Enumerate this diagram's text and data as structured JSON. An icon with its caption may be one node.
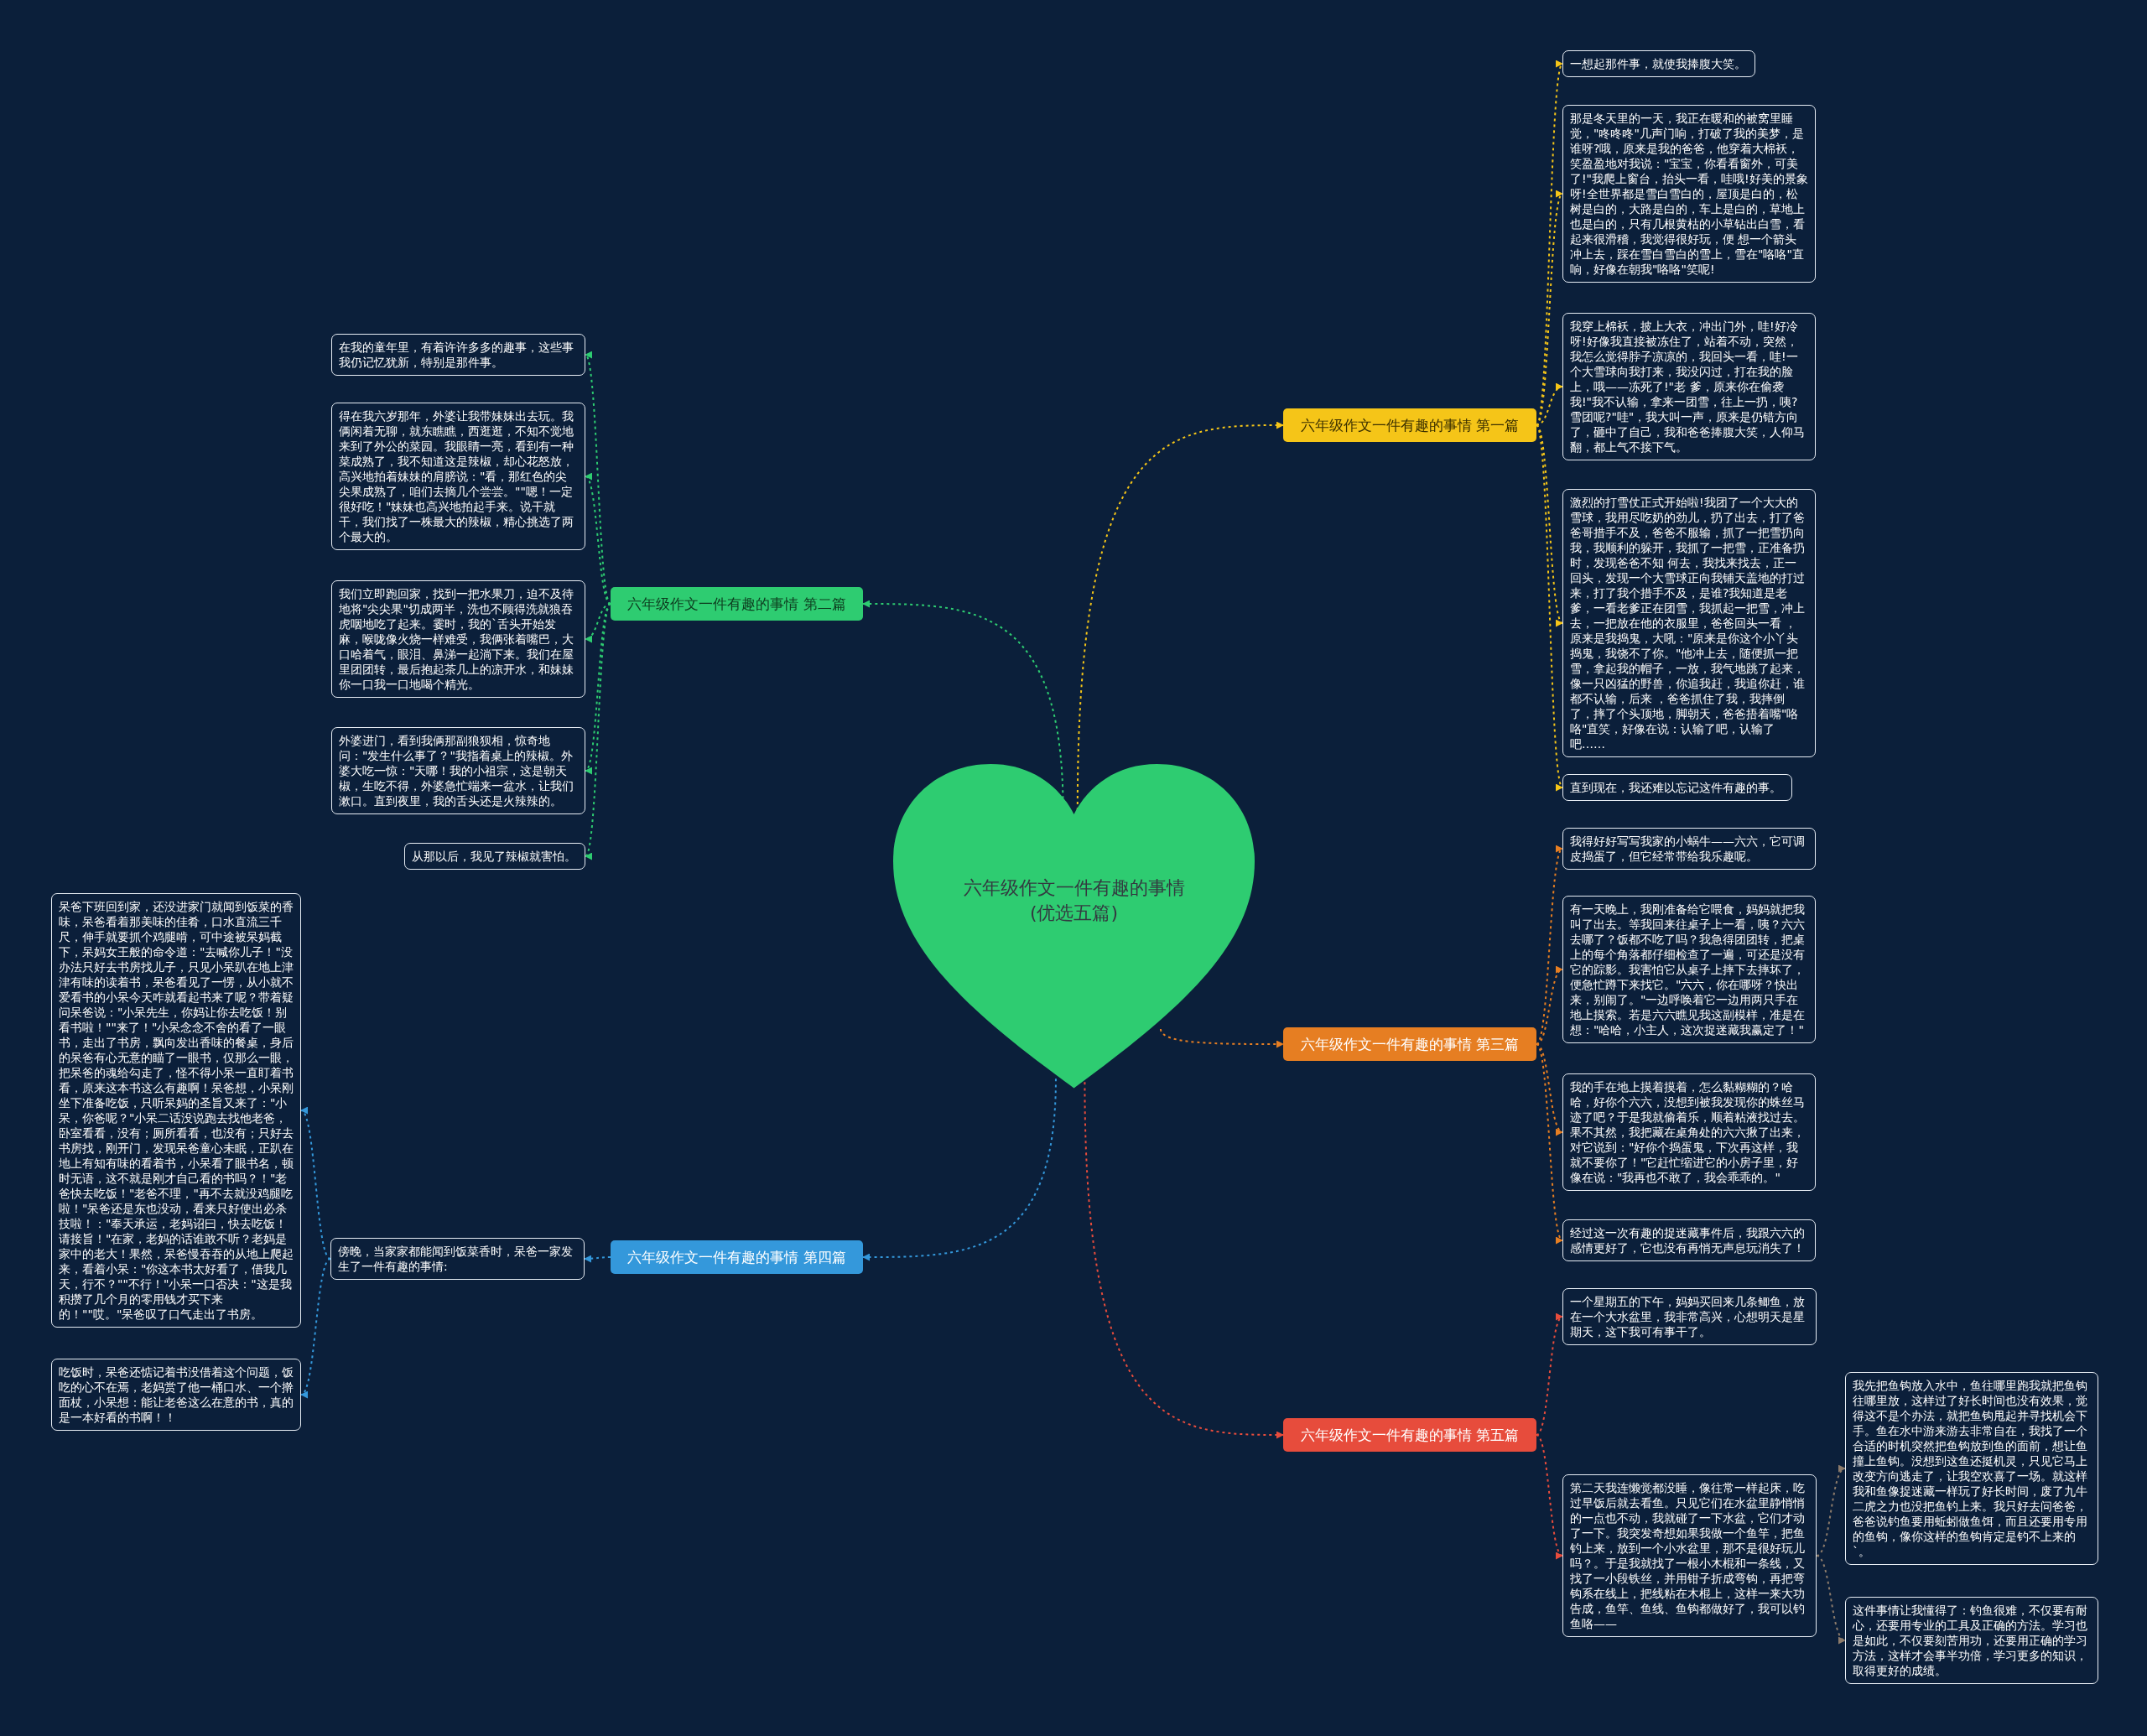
{
  "diagram": {
    "nodes": [
      {
        "text": [
          "六年级作文一件有趣的事情(优选五篇)"
        ]
      },
      {
        "text": [
          "六年级作文一件有趣的事情 第一篇"
        ]
      },
      {
        "text": [
          "一想起那件事，就使我捧腹大笑。"
        ]
      },
      {
        "text": [
          "那是冬天里的一天，我正在暖和的被窝里睡觉，\"咚咚咚\"几声门响，打破了我的美梦，是谁呀?哦，原来是我的爸爸，他穿着大棉袄，笑盈盈地对我说：\"宝宝，你看看窗外，可美了!\"我爬上窗台，抬头一看，哇哦!好美的景象呀!全世界都是雪白雪白的，屋顶是白的，松树是白的，大路是白的，车上是白的，草地上也是白的，只有几根黄枯的小草钻出白雪，看起来很滑稽，我觉得很好玩，便 想一个箭头冲上去，踩在雪白雪白的雪上，雪在\"咯咯\"直响，好像在朝我\"咯咯\"笑呢!"
        ]
      },
      {
        "text": [
          "我穿上棉袄，披上大衣，冲出门外，哇!好冷呀!好像我直接被冻住了，站着不动，突然，我怎么觉得脖子凉凉的，我回头一看，哇!一个大雪球向我打来，我没闪过，打在我的脸上，哦——冻死了!\"老 爹，原来你在偷袭我!\"我不认输，拿来一团雪，往上一扔，咦?雪团呢?\"哇\"，我大叫一声，原来是仍错方向了，砸中了自己，我和爸爸捧腹大笑，人仰马翻，都上气不接下气。"
        ]
      },
      {
        "text": [
          "激烈的打雪仗正式开始啦!我团了一个大大的雪球，我用尽吃奶的劲儿，扔了出去，打了爸爸哥措手不及，爸爸不服输，抓了一把雪扔向我，我顺利的躲开，我抓了一把雪，正准备扔时，发现爸爸不知 何去，我找来找去，正一回头，发现一个大雪球正向我铺天盖地的打过来，打了我个措手不及，是谁?我知道是老爹，一看老爹正在团雪，我抓起一把雪，冲上去，一把放在他的衣服里，爸爸回头一看 ，原来是我捣鬼，大吼：\"原来是你这个小丫头捣鬼，我饶不了你。\"他冲上去，随便抓一把雪，拿起我的帽子，一放，我气地跳了起来，像一只凶猛的野兽，你追我赶，我追你赶，谁都不认输，后来 ，爸爸抓住了我，我摔倒了，摔了个头顶地，脚朝天，爸爸捂着嘴\"咯咯\"直笑，好像在说：认输了吧，认输了吧……"
        ]
      },
      {
        "text": [
          "直到现在，我还难以忘记这件有趣的事。"
        ]
      },
      {
        "text": [
          "六年级作文一件有趣的事情 第二篇"
        ]
      },
      {
        "text": [
          "在我的童年里，有着许许多多的趣事，这些事我仍记忆犹新，特别是那件事。"
        ]
      },
      {
        "text": [
          "得在我六岁那年，外婆让我带妹妹出去玩。我俩闲着无聊，就东瞧瞧，西逛逛，不知不觉地来到了外公的菜园。我眼睛一亮，看到有一种菜成熟了，我不知道这是辣椒，却心花怒放，高兴地拍着妹妹的肩膀说：\"看，那红色的尖尖果成熟了，咱们去摘几个尝尝。\"\"嗯！一定很好吃！\"妹妹也高兴地拍起手来。说干就干，我们找了一株最大的辣椒，精心挑选了两个最大的。"
        ]
      },
      {
        "text": [
          "我们立即跑回家，找到一把水果刀，迫不及待地将\"尖尖果\"切成两半，洗也不顾得洗就狼吞虎咽地吃了起来。霎时，我的`舌头开始发麻，喉咙像火烧一样难受，我俩张着嘴巴，大口哈着气，眼泪、鼻涕一起淌下来。我们在屋里团团转，最后抱起茶几上的凉开水，和妹妹你一口我一口地喝个精光。"
        ]
      },
      {
        "text": [
          "外婆进门，看到我俩那副狼狈相，惊奇地问：\"发生什么事了？\"我指着桌上的辣椒。外婆大吃一惊：\"天哪！我的小祖宗，这是朝天椒，生吃不得，外婆急忙端来一盆水，让我们漱口。直到夜里，我的舌头还是火辣辣的。"
        ]
      },
      {
        "text": [
          "从那以后，我见了辣椒就害怕。"
        ]
      },
      {
        "text": [
          "六年级作文一件有趣的事情 第三篇"
        ]
      },
      {
        "text": [
          "我得好好写写我家的小蜗牛——六六，它可调皮捣蛋了，但它经常带给我乐趣呢。"
        ]
      },
      {
        "text": [
          "有一天晚上，我刚准备给它喂食，妈妈就把我叫了出去。等我回来往桌子上一看，咦？六六去哪了？饭都不吃了吗？我急得团团转，把桌上的每个角落都仔细检查了一遍，可还是没有它的踪影。我害怕它从桌子上摔下去摔坏了，便急忙蹲下来找它。\"六六，你在哪呀？快出来，别闹了。\"一边呼唤着它一边用两只手在地上摸索。若是六六瞧见我这副模样，准是在想：\"哈哈，小主人，这次捉迷藏我赢定了！\""
        ]
      },
      {
        "text": [
          "我的手在地上摸着摸着，怎么黏糊糊的？哈哈，好你个六六，没想到被我发现你的蛛丝马迹了吧？于是我就偷着乐，顺着粘液找过去。果不其然，我把藏在桌角处的六六揪了出来，对它说到：\"好你个捣蛋鬼，下次再这样，我就不要你了！\"它赶忙缩进它的小房子里，好像在说：\"我再也不敢了，我会乖乖的。\""
        ]
      },
      {
        "text": [
          "经过这一次有趣的捉迷藏事件后，我跟六六的感情更好了，它也没有再悄无声息玩消失了！"
        ]
      },
      {
        "text": [
          "六年级作文一件有趣的事情 第四篇"
        ]
      },
      {
        "text": [
          "傍晚，当家家都能闻到饭菜香时，呆爸一家发生了一件有趣的事情:"
        ]
      },
      {
        "text": [
          "呆爸下班回到家，还没进家门就闻到饭菜的香味，呆爸看着那美味的佳肴，口水直流三千尺，伸手就要抓个鸡腿啃，可中途被呆妈截下，呆妈女王般的命令道：\"去喊你儿子！\"没办法只好去书房找儿子，只见小呆趴在地上津津有味的读着书，呆爸看见了一愣，从小就不爱看书的小呆今天咋就看起书来了呢？带着疑问呆爸说：\"小呆先生，你妈让你去吃饭！别看书啦！\"\"来了！\"小呆念念不舍的看了一眼书，走出了书房，飘向发出香味的餐桌，身后的呆爸有心无意的瞄了一眼书，仅那么一眼，把呆爸的魂给勾走了，怪不得小呆一直盯着书看，原来这本书这么有趣啊！呆爸想，小呆刚坐下准备吃饭，只听呆妈的圣旨又来了：\"小呆，你爸呢？\"小呆二话没说跑去找他老爸，卧室看看，没有；厕所看看，也没有；只好去书房找，刚开门，发现呆爸童心未眠，正趴在地上有知有味的看着书，小呆看了眼书名，顿时无语，这不就是刚才自己看的书吗？！\"老爸快去吃饭！\"老爸不理，\"再不去就没鸡腿吃啦！\"呆爸还是东也没动，看来只好使出必杀技啦！：\"奉天承运，老妈诏曰，快去吃饭！请接旨！\"在家，老妈的话谁敢不听？老妈是家中的老大！果然，呆爸慢吞吞的从地上爬起来，看着小呆：\"你这本书太好看了，借我几天，行不？\"\"不行！\"小呆一口否决：\"这是我积攒了几个月的零用钱才买下来的！\"\"哎。\"呆爸叹了口气走出了书房。"
        ]
      },
      {
        "text": [
          "吃饭时，呆爸还惦记着书没借着这个问题，饭吃的心不在焉，老妈赏了他一桶口水、一个擀面杖，小呆想：能让老爸这么在意的书，真的是一本好看的书啊！！"
        ]
      },
      {
        "text": [
          "六年级作文一件有趣的事情 第五篇"
        ]
      },
      {
        "text": [
          "一个星期五的下午，妈妈买回来几条鲫鱼，放在一个大水盆里，我非常高兴，心想明天是星期天，这下我可有事干了。"
        ]
      },
      {
        "text": [
          "第二天我连懒觉都没睡，像往常一样起床，吃过早饭后就去看鱼。只见它们在水盆里静悄悄的一点也不动，我就碰了一下水盆，它们才动了一下。我突发奇想如果我做一个鱼竿，把鱼钓上来，放到一个小水盆里，那不是很好玩儿吗？。于是我就找了一根小木棍和一条线，又找了一小段铁丝，并用钳子折成弯钩，再把弯钩系在线上，把线粘在木棍上，这样一来大功告成，鱼竿、鱼线、鱼钩都做好了，我可以钓鱼咯——"
        ]
      },
      {
        "text": [
          "我先把鱼钩放入水中，鱼往哪里跑我就把鱼钩往哪里放，这样过了好长时间也没有效果，觉得这不是个办法，就把鱼钩甩起并寻找机会下手。鱼在水中游来游去非常自在，我找了一个合适的时机突然把鱼钩放到鱼的面前，想让鱼撞上鱼钩。没想到这鱼还挺机灵，只见它马上改变方向逃走了，让我空欢喜了一场。就这样我和鱼像捉迷藏一样玩了好长时间，废了九牛二虎之力也没把鱼钓上来。我只好去问爸爸，爸爸说钓鱼要用蚯蚓做鱼饵，而且还要用专用的鱼钩，像你这样的鱼钩肯定是钓不上来的`。"
        ]
      },
      {
        "text": [
          "这件事情让我懂得了：钓鱼很难，不仅要有耐心，还要用专业的工具及正确的方法。学习也是如此，不仅要刻苦用功，还要用正确的学习方法，这样才会事半功倍，学习更多的知识，取得更好的成绩。"
        ]
      }
    ],
    "edges": [
      {
        "from": 0,
        "to": 1,
        "arrow": "to",
        "color": "#f5c518"
      },
      {
        "from": 1,
        "to": 2,
        "arrow": "to",
        "color": "#f5c518"
      },
      {
        "from": 1,
        "to": 3,
        "arrow": "to",
        "color": "#f5c518"
      },
      {
        "from": 1,
        "to": 4,
        "arrow": "to",
        "color": "#f5c518"
      },
      {
        "from": 1,
        "to": 5,
        "arrow": "to",
        "color": "#f5c518"
      },
      {
        "from": 1,
        "to": 6,
        "arrow": "to",
        "color": "#f5c518"
      },
      {
        "from": 0,
        "to": 7,
        "arrow": "to",
        "color": "#2ecc71"
      },
      {
        "from": 7,
        "to": 8,
        "arrow": "to",
        "color": "#2ecc71"
      },
      {
        "from": 7,
        "to": 9,
        "arrow": "to",
        "color": "#2ecc71"
      },
      {
        "from": 7,
        "to": 10,
        "arrow": "to",
        "color": "#2ecc71"
      },
      {
        "from": 7,
        "to": 11,
        "arrow": "to",
        "color": "#2ecc71"
      },
      {
        "from": 7,
        "to": 12,
        "arrow": "to",
        "color": "#2ecc71"
      },
      {
        "from": 0,
        "to": 13,
        "arrow": "to",
        "color": "#e67e22"
      },
      {
        "from": 13,
        "to": 14,
        "arrow": "to",
        "color": "#e67e22"
      },
      {
        "from": 13,
        "to": 15,
        "arrow": "to",
        "color": "#e67e22"
      },
      {
        "from": 13,
        "to": 16,
        "arrow": "to",
        "color": "#e67e22"
      },
      {
        "from": 13,
        "to": 17,
        "arrow": "to",
        "color": "#e67e22"
      },
      {
        "from": 0,
        "to": 18,
        "arrow": "to",
        "color": "#3498db"
      },
      {
        "from": 18,
        "to": 19,
        "arrow": "to",
        "color": "#3498db"
      },
      {
        "from": 19,
        "to": 20,
        "arrow": "to",
        "color": "#3498db"
      },
      {
        "from": 19,
        "to": 21,
        "arrow": "to",
        "color": "#3498db"
      },
      {
        "from": 0,
        "to": 22,
        "arrow": "to",
        "color": "#e74c3c"
      },
      {
        "from": 22,
        "to": 23,
        "arrow": "to",
        "color": "#e74c3c"
      },
      {
        "from": 22,
        "to": 24,
        "arrow": "to",
        "color": "#e74c3c"
      },
      {
        "from": 24,
        "to": 25,
        "arrow": "to",
        "color": "#8c7b6b"
      },
      {
        "from": 24,
        "to": 26,
        "arrow": "to",
        "color": "#8c7b6b"
      }
    ]
  }
}
